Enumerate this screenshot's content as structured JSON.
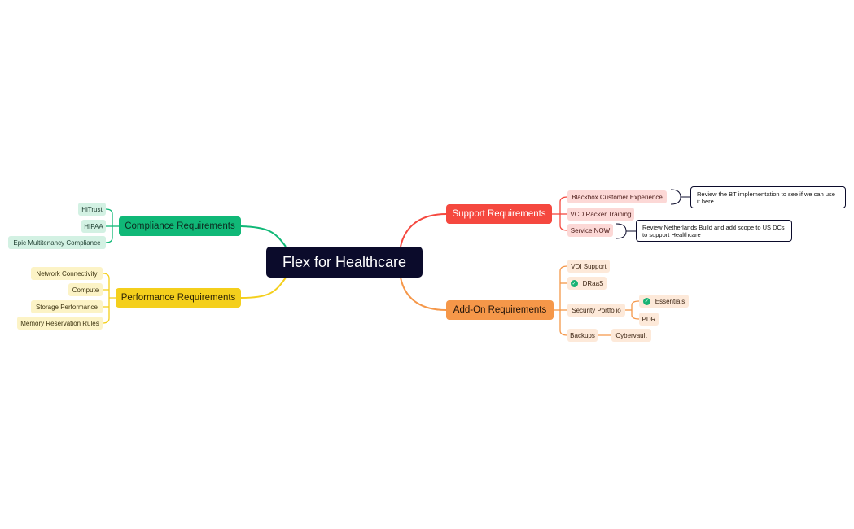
{
  "central": {
    "label": "Flex for Healthcare"
  },
  "branches": {
    "compliance": {
      "label": "Compliance Requirements",
      "color": "#10b877",
      "items": [
        "HiTrust",
        "HIPAA",
        "Epic Multitenancy Compliance"
      ]
    },
    "performance": {
      "label": "Performance Requirements",
      "color": "#f4cf1c",
      "items": [
        "Network Connectivity",
        "Compute",
        "Storage Performance",
        "Memory Reservation Rules"
      ]
    },
    "support": {
      "label": "Support Requirements",
      "color": "#f5483f",
      "items": [
        "Blackbox Customer Experience",
        "VCD Racker Training",
        "Service NOW"
      ],
      "notes": [
        "Review the BT implementation to see if we can use it here.",
        "Review Netherlands Build and add scope to US DCs to support Healthcare"
      ]
    },
    "addon": {
      "label": "Add-On Requirements",
      "color": "#f59749",
      "items": [
        "VDI Support",
        "DRaaS",
        "Security Portfolio",
        "Backups"
      ],
      "security_children": [
        "Essentials",
        "PDR"
      ],
      "backups_children": [
        "Cybervault"
      ],
      "checked_icon": "check-circle-icon"
    }
  }
}
